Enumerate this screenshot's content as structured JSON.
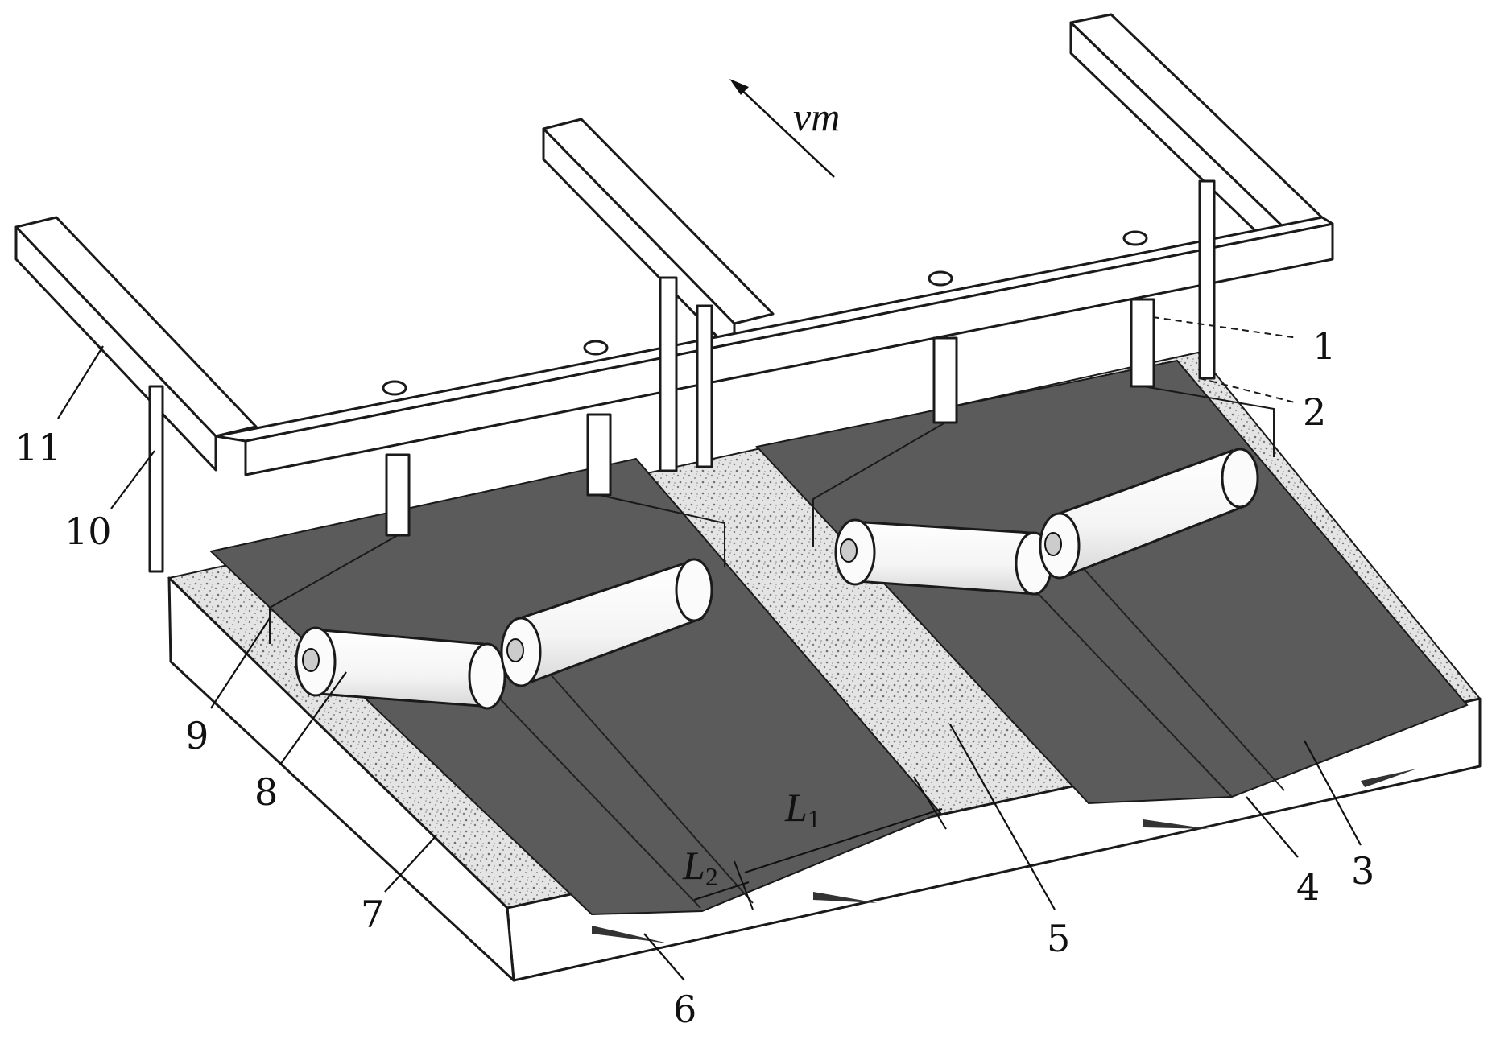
{
  "figure": {
    "velocity_label": "vm",
    "dimension_L1": {
      "main": "L",
      "sub": "1"
    },
    "dimension_L2": {
      "main": "L",
      "sub": "2"
    },
    "part_labels": [
      "1",
      "2",
      "3",
      "4",
      "5",
      "6",
      "7",
      "8",
      "9",
      "10",
      "11"
    ]
  },
  "colors": {
    "film": "#5b5b5b",
    "soil": "#d9d9d9",
    "frame": "#ffffff",
    "line": "#1a1a1a"
  }
}
